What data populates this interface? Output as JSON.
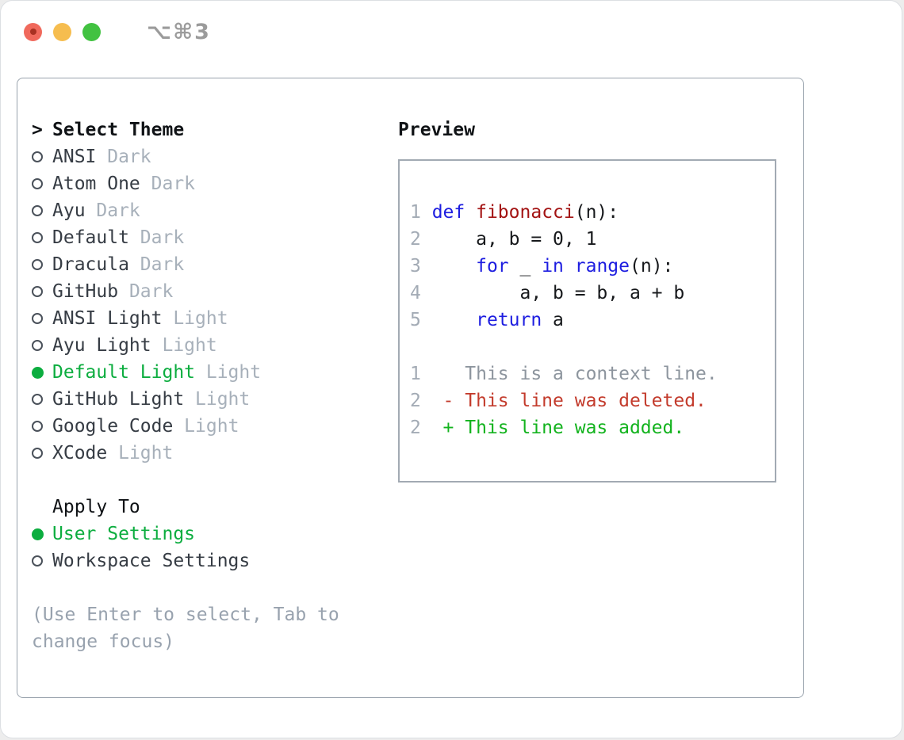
{
  "titlebar": {
    "title": "⌥⌘3"
  },
  "colors": {
    "accent-green": "#0cad3f",
    "keyword-blue": "#1d1de0",
    "function-red": "#a31313",
    "deleted-red": "#c33b2c",
    "added-green": "#13b31e",
    "muted-gray": "#a7b0ba",
    "context-gray": "#8d959e",
    "linenum-gray": "#a3abb5",
    "hint-gray": "#98a2ae",
    "text-dark": "#363c44",
    "heading-black": "#101316"
  },
  "theme_picker": {
    "prompt": ">",
    "title": "Select Theme",
    "items": [
      {
        "name": "ANSI",
        "variant": "Dark",
        "selected": false
      },
      {
        "name": "Atom One",
        "variant": "Dark",
        "selected": false
      },
      {
        "name": "Ayu",
        "variant": "Dark",
        "selected": false
      },
      {
        "name": "Default",
        "variant": "Dark",
        "selected": false
      },
      {
        "name": "Dracula",
        "variant": "Dark",
        "selected": false
      },
      {
        "name": "GitHub",
        "variant": "Dark",
        "selected": false
      },
      {
        "name": "ANSI Light",
        "variant": "Light",
        "selected": false
      },
      {
        "name": "Ayu Light",
        "variant": "Light",
        "selected": false
      },
      {
        "name": "Default Light",
        "variant": "Light",
        "selected": true
      },
      {
        "name": "GitHub Light",
        "variant": "Light",
        "selected": false
      },
      {
        "name": "Google Code",
        "variant": "Light",
        "selected": false
      },
      {
        "name": "XCode",
        "variant": "Light",
        "selected": false
      }
    ]
  },
  "apply_to": {
    "title": "Apply To",
    "options": [
      {
        "label": "User Settings",
        "selected": true
      },
      {
        "label": "Workspace Settings",
        "selected": false
      }
    ]
  },
  "hint": "(Use Enter to select, Tab to change focus)",
  "preview": {
    "title": "Preview",
    "lines": [
      [
        {
          "t": "1 ",
          "c": "num"
        },
        {
          "t": "def",
          "c": "kw"
        },
        {
          "t": " ",
          "c": "code"
        },
        {
          "t": "fibonacci",
          "c": "fn"
        },
        {
          "t": "(n):",
          "c": "code"
        }
      ],
      [
        {
          "t": "2 ",
          "c": "num"
        },
        {
          "t": "    a, b = 0, 1",
          "c": "code"
        }
      ],
      [
        {
          "t": "3 ",
          "c": "num"
        },
        {
          "t": "    ",
          "c": "code"
        },
        {
          "t": "for",
          "c": "kw"
        },
        {
          "t": " _ ",
          "c": "code"
        },
        {
          "t": "in",
          "c": "kw"
        },
        {
          "t": " ",
          "c": "code"
        },
        {
          "t": "range",
          "c": "kw"
        },
        {
          "t": "(n):",
          "c": "code"
        }
      ],
      [
        {
          "t": "4 ",
          "c": "num"
        },
        {
          "t": "        a, b = b, a + b",
          "c": "code"
        }
      ],
      [
        {
          "t": "5 ",
          "c": "num"
        },
        {
          "t": "    ",
          "c": "code"
        },
        {
          "t": "return",
          "c": "kw"
        },
        {
          "t": " a",
          "c": "code"
        }
      ],
      [],
      [
        {
          "t": "1 ",
          "c": "num"
        },
        {
          "t": "   This is a context line.",
          "c": "ctx"
        }
      ],
      [
        {
          "t": "2 ",
          "c": "num"
        },
        {
          "t": " - This line was deleted.",
          "c": "del"
        }
      ],
      [
        {
          "t": "2 ",
          "c": "num"
        },
        {
          "t": " + This line was added.",
          "c": "add"
        }
      ]
    ]
  }
}
